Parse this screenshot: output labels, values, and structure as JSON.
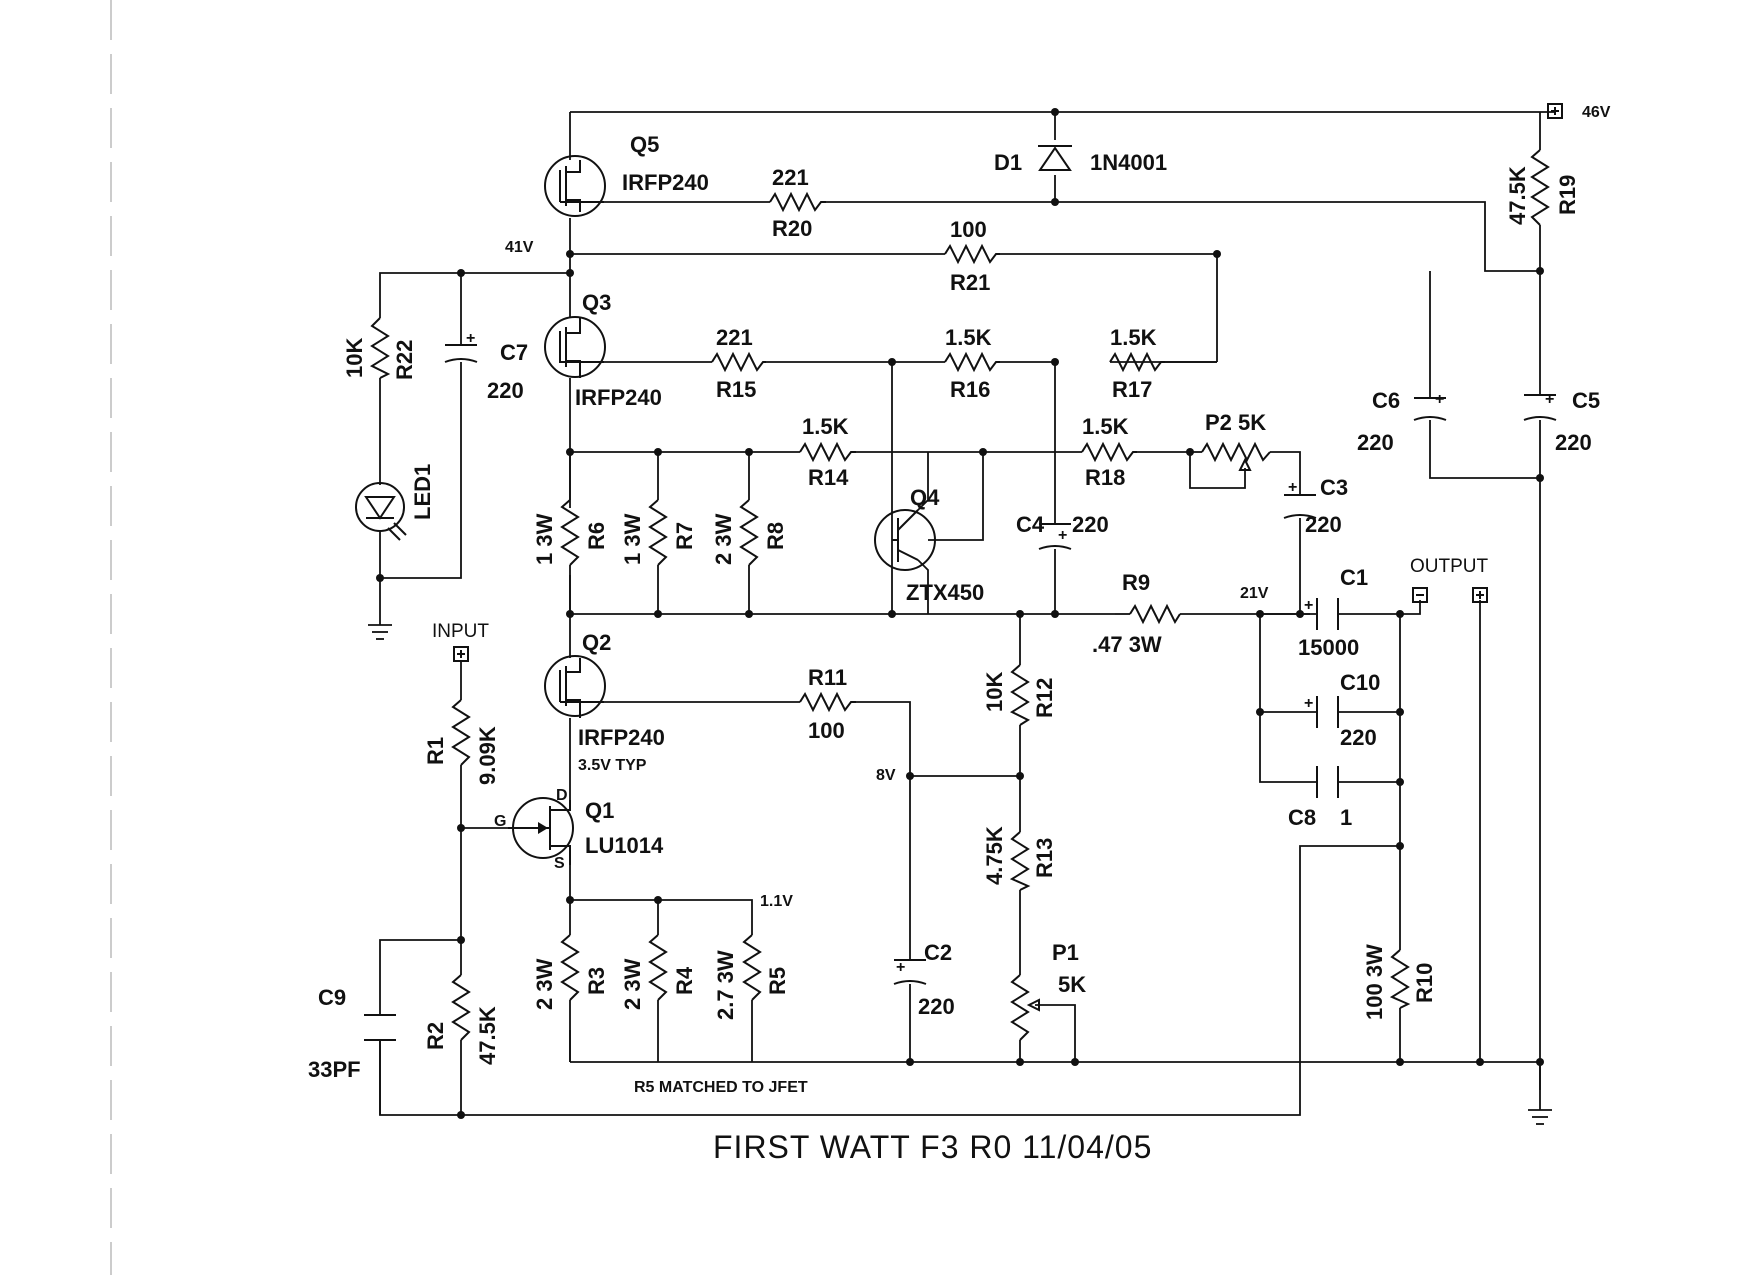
{
  "title": "FIRST WATT F3  R0  11/04/05",
  "note": "R5 MATCHED TO JFET",
  "terminals": {
    "supply": "46V",
    "input": "INPUT",
    "output": "OUTPUT",
    "minus": "-",
    "plus": "+"
  },
  "voltages": {
    "v41": "41V",
    "v21": "21V",
    "v8": "8V",
    "v11": "1.1V",
    "typ": "3.5V TYP"
  },
  "transistors": {
    "q5": {
      "ref": "Q5",
      "part": "IRFP240"
    },
    "q3": {
      "ref": "Q3",
      "part": "IRFP240"
    },
    "q2": {
      "ref": "Q2",
      "part": "IRFP240"
    },
    "q1": {
      "ref": "Q1",
      "part": "LU1014",
      "g": "G",
      "d": "D",
      "s": "S"
    },
    "q4": {
      "ref": "Q4",
      "part": "ZTX450"
    }
  },
  "diodes": {
    "d1": {
      "ref": "D1",
      "part": "1N4001"
    },
    "led1": {
      "ref": "LED1"
    }
  },
  "resistors": {
    "r1": {
      "ref": "R1",
      "value": "9.09K"
    },
    "r2": {
      "ref": "R2",
      "value": "47.5K"
    },
    "r3": {
      "ref": "R3",
      "value": "2 3W"
    },
    "r4": {
      "ref": "R4",
      "value": "2 3W"
    },
    "r5": {
      "ref": "R5",
      "value": "2.7 3W"
    },
    "r6": {
      "ref": "R6",
      "value": "1 3W"
    },
    "r7": {
      "ref": "R7",
      "value": "1 3W"
    },
    "r8": {
      "ref": "R8",
      "value": "2 3W"
    },
    "r9": {
      "ref": "R9",
      "value": ".47 3W"
    },
    "r10": {
      "ref": "R10",
      "value": "100 3W"
    },
    "r11": {
      "ref": "R11",
      "value": "100"
    },
    "r12": {
      "ref": "R12",
      "value": "10K"
    },
    "r13": {
      "ref": "R13",
      "value": "4.75K"
    },
    "r14": {
      "ref": "R14",
      "value": "1.5K"
    },
    "r15": {
      "ref": "R15",
      "value": "221"
    },
    "r16": {
      "ref": "R16",
      "value": "1.5K"
    },
    "r17": {
      "ref": "R17",
      "value": "1.5K"
    },
    "r18": {
      "ref": "R18",
      "value": "1.5K"
    },
    "r19": {
      "ref": "R19",
      "value": "47.5K"
    },
    "r20": {
      "ref": "R20",
      "value": "221"
    },
    "r21": {
      "ref": "R21",
      "value": "100"
    },
    "r22": {
      "ref": "R22",
      "value": "10K"
    }
  },
  "pots": {
    "p1": {
      "ref": "P1",
      "value": "5K"
    },
    "p2": {
      "ref": "P2 5K"
    }
  },
  "capacitors": {
    "c1": {
      "ref": "C1",
      "value": "15000"
    },
    "c2": {
      "ref": "C2",
      "value": "220"
    },
    "c3": {
      "ref": "C3",
      "value": "220"
    },
    "c4": {
      "ref": "C4",
      "value": "220"
    },
    "c5": {
      "ref": "C5",
      "value": "220"
    },
    "c6": {
      "ref": "C6",
      "value": "220"
    },
    "c7": {
      "ref": "C7",
      "value": "220"
    },
    "c8": {
      "ref": "C8",
      "value": "1"
    },
    "c9": {
      "ref": "C9",
      "value": "33PF"
    },
    "c10": {
      "ref": "C10",
      "value": "220"
    }
  }
}
